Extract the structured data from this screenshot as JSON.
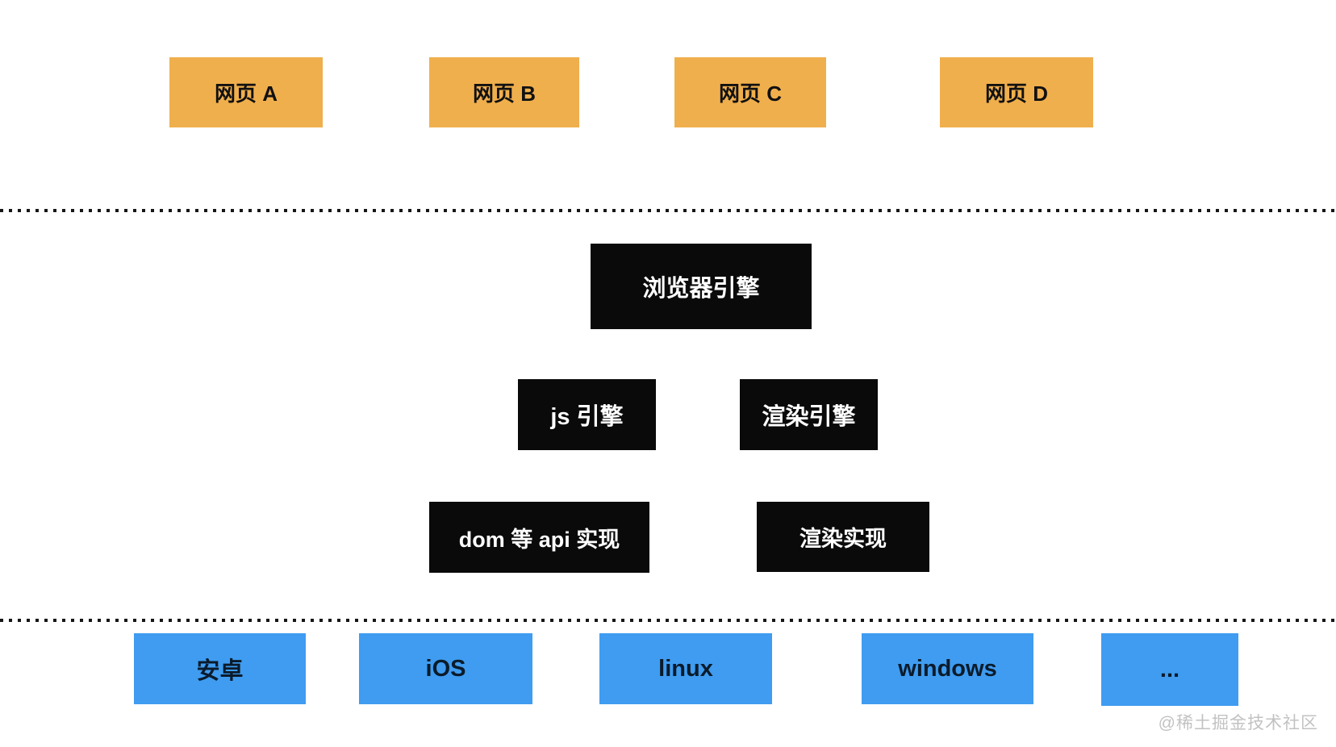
{
  "diagram": {
    "colors": {
      "webpage_box": "#F0AF4D",
      "engine_box": "#0A0A0A",
      "os_box": "#3F9CF0",
      "separator_dots": "#161616",
      "watermark_gray": "#C2C2C2"
    },
    "top_layer": {
      "boxes": [
        {
          "label": "网页 A"
        },
        {
          "label": "网页 B"
        },
        {
          "label": "网页 C"
        },
        {
          "label": "网页 D"
        }
      ]
    },
    "engine_layer": {
      "browser_engine": "浏览器引擎",
      "js_engine": "js 引擎",
      "render_engine": "渲染引擎",
      "dom_api_impl": "dom 等 api 实现",
      "render_impl": "渲染实现"
    },
    "os_layer": {
      "boxes": [
        {
          "label": "安卓"
        },
        {
          "label": "iOS"
        },
        {
          "label": "linux"
        },
        {
          "label": "windows"
        },
        {
          "label": "..."
        }
      ]
    },
    "watermark": "@稀土掘金技术社区"
  }
}
